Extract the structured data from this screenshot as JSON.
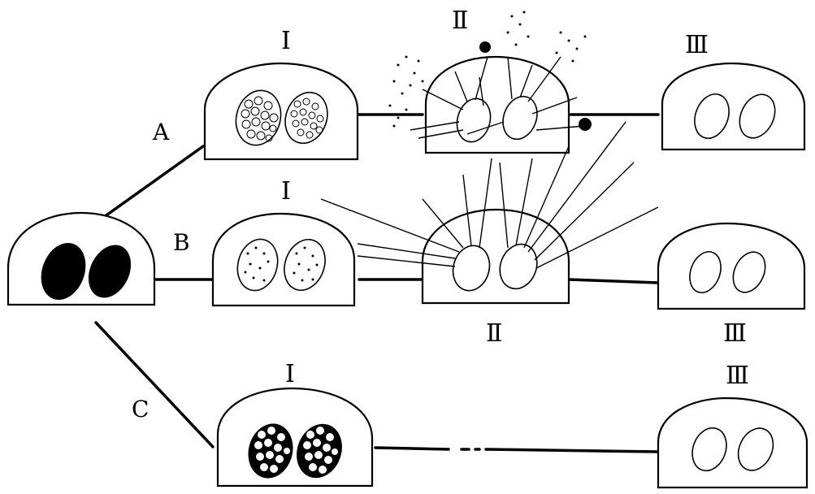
{
  "diagram": {
    "pathways": [
      {
        "id": "A",
        "label": "A"
      },
      {
        "id": "B",
        "label": "B"
      },
      {
        "id": "C",
        "label": "C"
      }
    ],
    "stages": {
      "A1": "Ⅰ",
      "A2": "Ⅱ",
      "A3": "Ⅲ",
      "B1": "Ⅰ",
      "B2": "Ⅱ",
      "B3": "Ⅲ",
      "C1": "Ⅰ",
      "C3": "Ⅲ"
    },
    "colors": {
      "ink": "#000000",
      "paper": "#ffffff"
    }
  }
}
